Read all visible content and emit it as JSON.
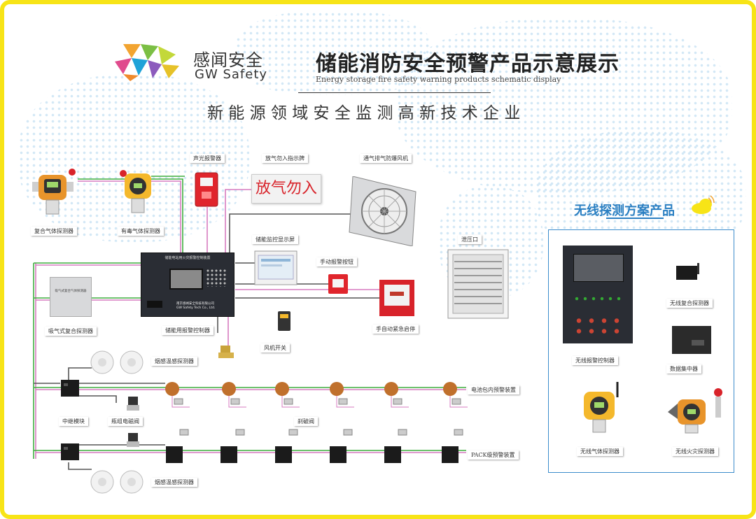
{
  "header": {
    "brand_cn": "感闻安全",
    "brand_en": "GW Safety",
    "title_cn": "储能消防安全预警产品示意展示",
    "title_en": "Energy storage fire safety warning products schematic display",
    "slogan": "新 能 源 领 域 安 全 监 测 高 新 技 术 企 业"
  },
  "labels": {
    "composite_gas_detector": "复合气体探测器",
    "toxic_gas_detector": "有毒气体探测器",
    "sound_light_alarm": "声光报警器",
    "no_release_sign_label": "放气勿入指示牌",
    "no_release_sign_text": "放气勿入",
    "exhaust_fan": "通气排气防爆风机",
    "pressure_relief_port": "泄压口",
    "monitor_screen": "储能监控显示屏",
    "manual_alarm_button": "手动报警按钮",
    "manual_auto_start_stop": "手自动紧急启停",
    "aspirating_detector": "吸气式复合探测器",
    "alarm_controller": "储能用报警控制器",
    "fan_switch": "风机开关",
    "smoke_temp_detector_top": "烟感温感探测器",
    "battery_pack_warning": "电池包内预警装置",
    "relay_module": "中继模块",
    "solenoid_valve": "瓶组电磁阀",
    "shutoff_valve": "刹破阀",
    "pack_level_warning": "PACK级预警装置",
    "smoke_temp_detector_bottom": "烟感温感探测器"
  },
  "controller_panel": {
    "title": "储能电站用火灾报警控制装置",
    "company_cn": "南京感闻安全科技有限公司",
    "company_en": "GW Safety Tech Co., Ltd."
  },
  "aspirating_panel_text": "吸气式复合气体探测器",
  "wireless": {
    "title": "无线探测方案产品",
    "items": {
      "composite_detector": "无线复合探测器",
      "data_concentrator": "数据集中器",
      "alarm_controller": "无线报警控制器",
      "gas_detector": "无线气体探测器",
      "fire_detector": "无线火灾探测器"
    }
  },
  "colors": {
    "border": "#f7e417",
    "accent_blue": "#3c8ccc",
    "title_blue": "#2a7fc2",
    "wire_green": "#3fae3f",
    "wire_pink": "#d77bc0",
    "wire_gray": "#555555",
    "alarm_red": "#d8232a"
  }
}
